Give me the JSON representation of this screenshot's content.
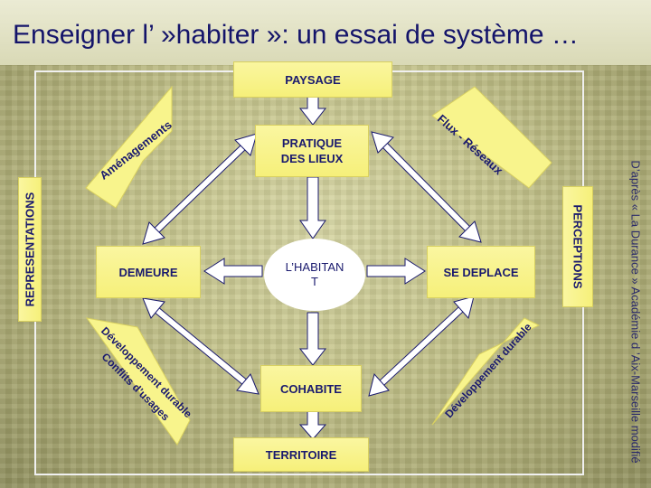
{
  "title": "Enseigner l’ »habiter »: un essai de système …",
  "boxes": {
    "paysage": "PAYSAGE",
    "pratique_line1": "PRATIQUE",
    "pratique_line2": "DES LIEUX",
    "demeure": "DEMEURE",
    "se_deplacer": "SE DEPLACE",
    "cohabite": "COHABITE",
    "territoire": "TERRITOIRE",
    "representations": "REPRESENTATIONS",
    "perceptions": "PERCEPTIONS"
  },
  "center": {
    "line1": "L’HABITAN",
    "line2": "T"
  },
  "corners": {
    "top_left": "Aménagements",
    "top_right": "Flux - Réseaux",
    "bottom_left_line1": "Développement durable",
    "bottom_left_line2": "Conflits d’usages",
    "bottom_right": "Développement durable"
  },
  "credit": "D’après « La Durance » Académie d ’Aix-Marseille modifié",
  "colors": {
    "box_fill": "#f8f48c",
    "text_blue": "#1a1a6e",
    "frame": "#f0f0f0",
    "arrow_fill": "#ffffff",
    "arrow_stroke": "#1a1a6e",
    "title_band": "#e4e4c8"
  }
}
